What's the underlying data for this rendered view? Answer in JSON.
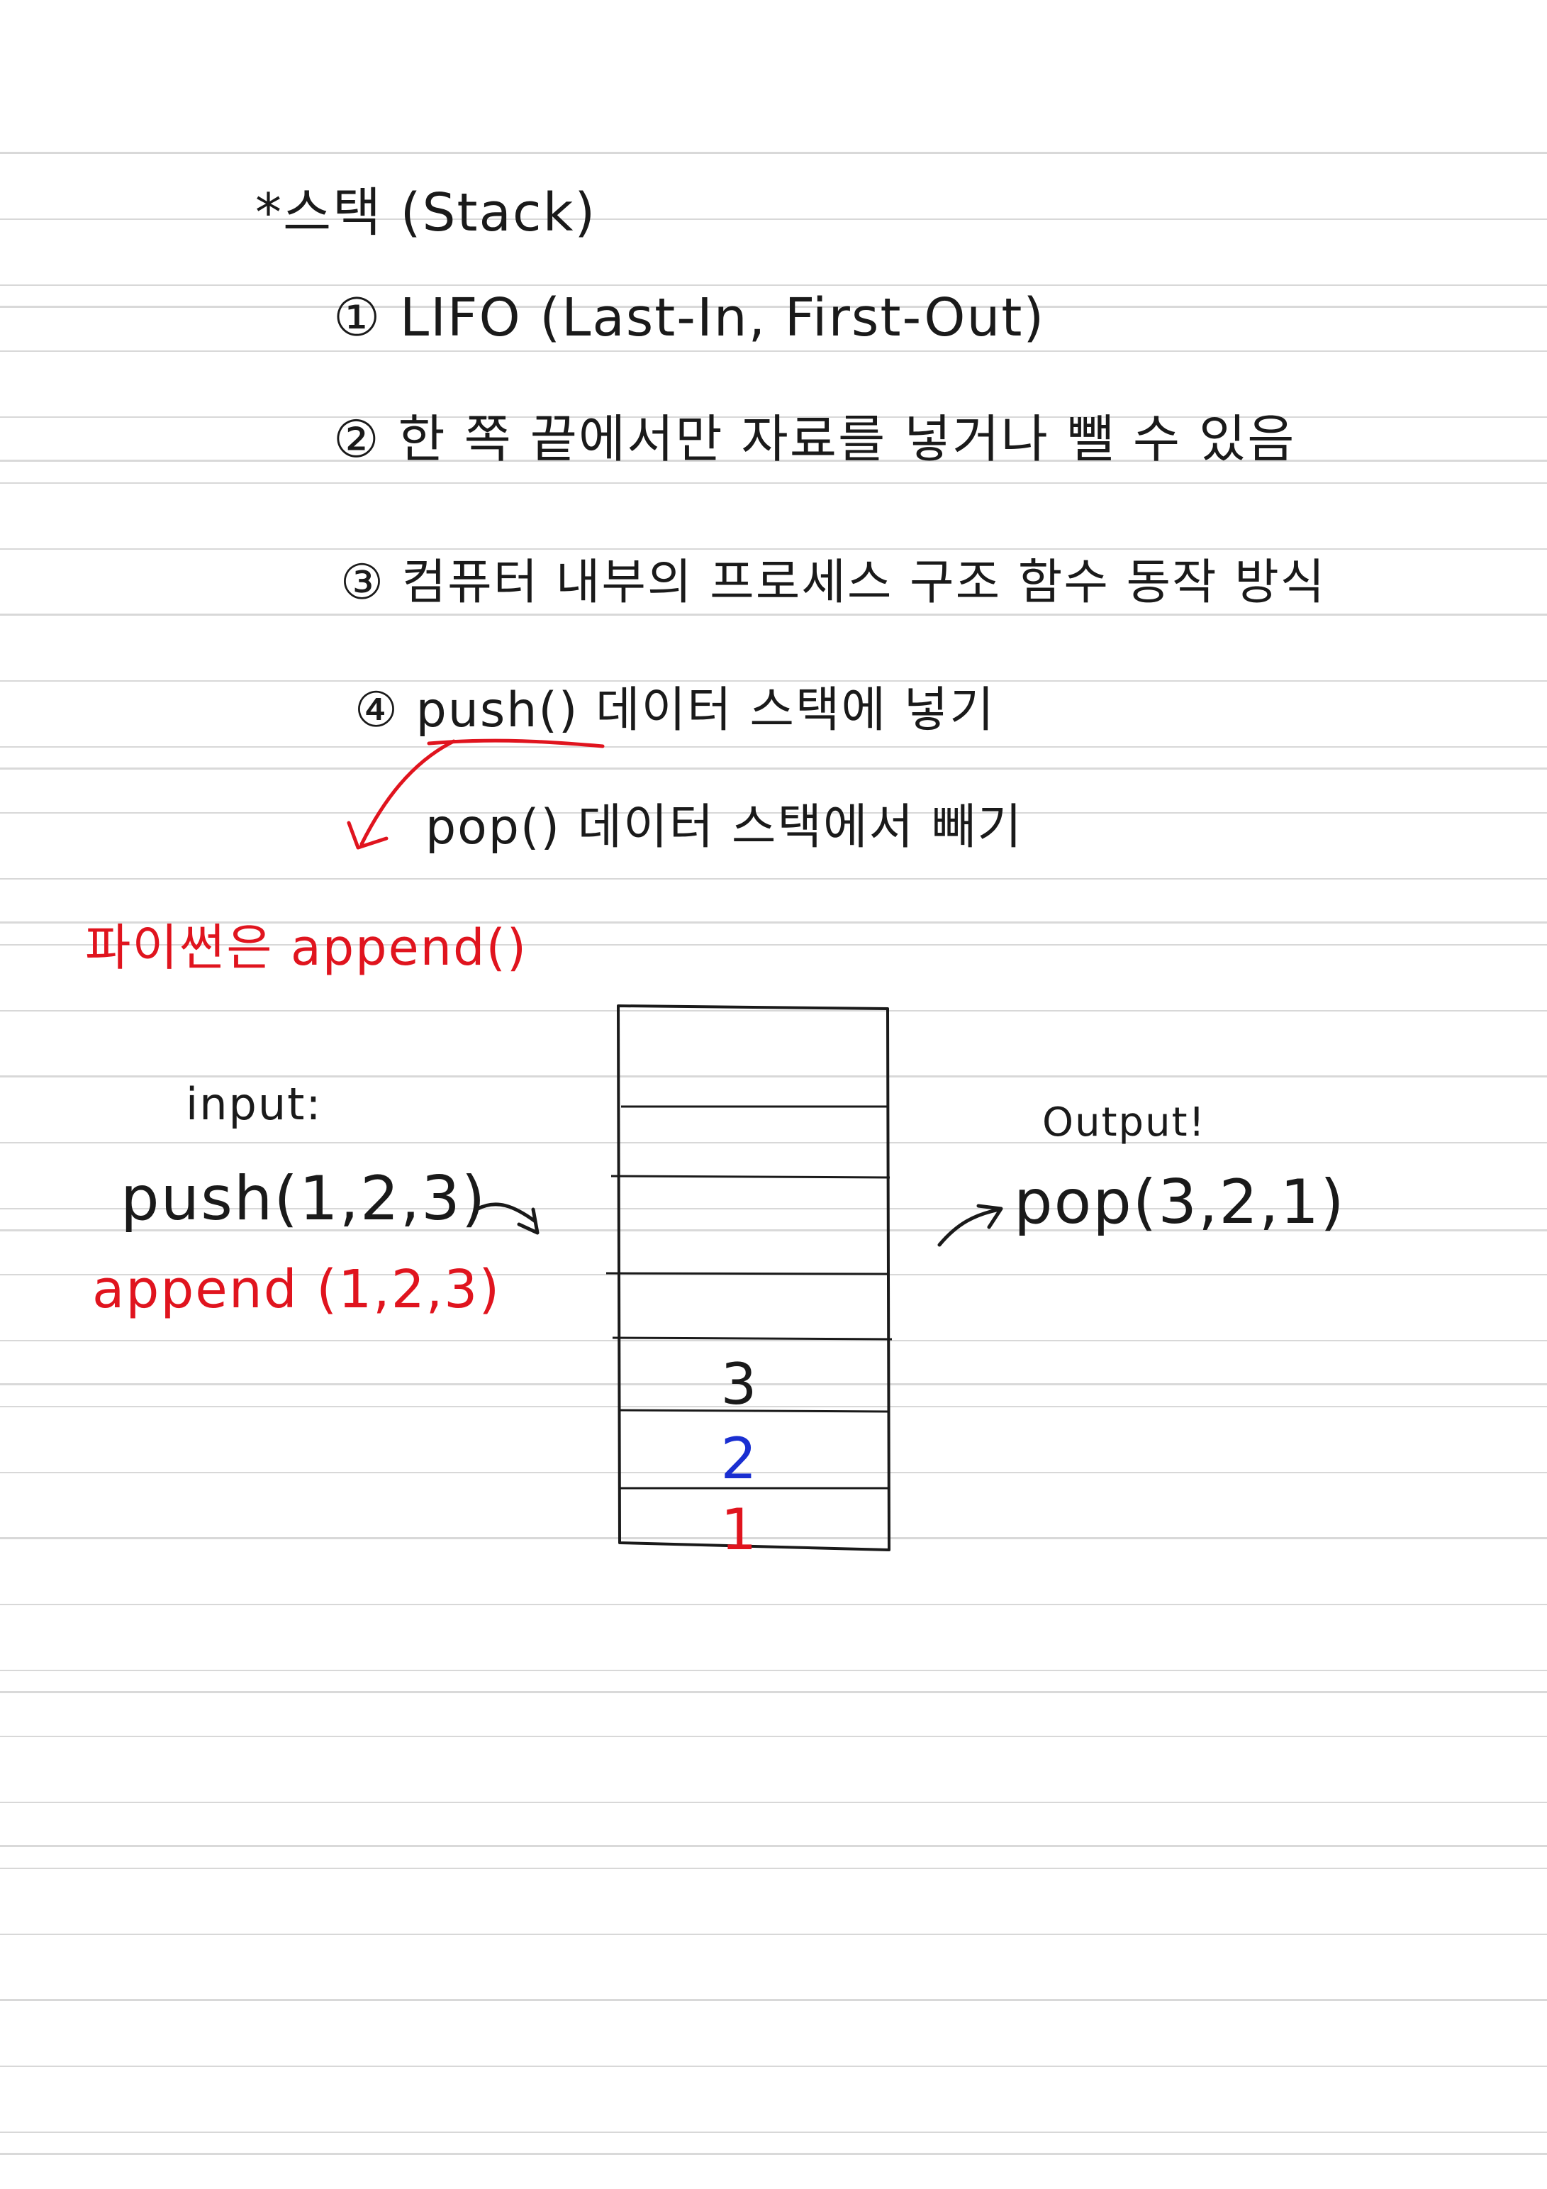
{
  "notes": {
    "title": "*스택 (Stack)",
    "item1": "① LIFO (Last-In, First-Out)",
    "item2": "② 한 쪽 끝에서만 자료를 넣거나 뺄 수 있음",
    "item3": "③ 컴퓨터 내부의 프로세스 구조 함수 동작 방식",
    "item4_push": "④ push() 데이터 스택에 넣기",
    "item4_pop": "pop() 데이터 스택에서 빼기",
    "python_note": "파이썬은 append()"
  },
  "diagram": {
    "input_label": "input:",
    "push_call": "push(1,2,3)",
    "append_call": "append (1,2,3)",
    "output_label": "Output!",
    "pop_call": "pop(3,2,1)",
    "stack_values": [
      "3",
      "2",
      "1"
    ]
  },
  "colors": {
    "ink": "#1a1a1a",
    "red": "#e0141e",
    "blue": "#1a2fd1"
  }
}
